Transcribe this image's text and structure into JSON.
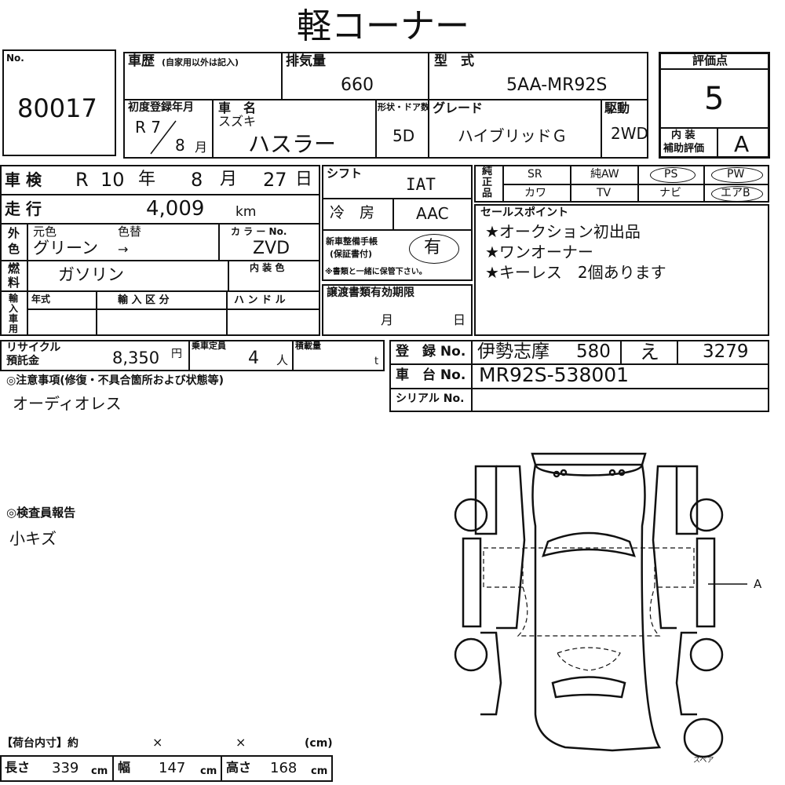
{
  "title": "軽コーナー",
  "lot": {
    "no_label": "No.",
    "value": "80017"
  },
  "history": {
    "label": "車歴",
    "sublabel": "(自家用以外は記入)"
  },
  "displacement": {
    "label": "排気量",
    "value": "660"
  },
  "model": {
    "label": "型　式",
    "value": "5AA-MR92S"
  },
  "score": {
    "label": "評価点",
    "value": "5",
    "interior_label_1": "内 装",
    "interior_label_2": "補助評価",
    "interior_value": "A"
  },
  "first_reg": {
    "label": "初度登録年月",
    "year": "R 7",
    "month": "8",
    "month_unit": "月"
  },
  "car_name": {
    "label": "車　名",
    "maker": "スズキ",
    "name": "ハスラー"
  },
  "doors": {
    "label": "形状・ドア数",
    "value": "5D"
  },
  "grade": {
    "label": "グレード",
    "value": "ハイブリッドＧ"
  },
  "drive": {
    "label": "駆動",
    "value": "2WD"
  },
  "inspection": {
    "label": "車 検",
    "era": "R",
    "year": "10",
    "year_unit": "年",
    "month": "8",
    "month_unit": "月",
    "day": "27",
    "day_unit": "日"
  },
  "mileage": {
    "label": "走 行",
    "value": "4,009",
    "unit": "km"
  },
  "shift": {
    "label": "シフト",
    "value": "IAT"
  },
  "aircon": {
    "label": "冷　房",
    "value": "AAC"
  },
  "color": {
    "side_label_1": "外",
    "side_label_2": "色",
    "orig_label": "元色",
    "change_label": "色替",
    "value": "グリーン",
    "arrow": "→",
    "code_label": "カ ラ ー No.",
    "code": "ZVD"
  },
  "fuel": {
    "side_label_1": "燃",
    "side_label_2": "料",
    "value": "ガソリン",
    "interior_color_label": "内 装 色"
  },
  "maintenance": {
    "label_1": "新車整備手帳",
    "label_2": "(保証書付)",
    "value": "有",
    "note": "※書類と一緒に保管下さい。"
  },
  "equipment": {
    "side_label_1": "純",
    "side_label_2": "正",
    "side_label_3": "品",
    "row1": [
      "SR",
      "純AW",
      "PS",
      "PW"
    ],
    "row2": [
      "カワ",
      "TV",
      "ナビ",
      "エアB"
    ]
  },
  "sales_points": {
    "label": "セールスポイント",
    "items": [
      "★オークション初出品",
      "★ワンオーナー",
      "★キーレス　2個あります"
    ]
  },
  "import": {
    "side_label_1": "輸",
    "side_label_2": "入",
    "side_label_3": "車",
    "side_label_4": "用",
    "year_label": "年式",
    "type_label": "輸 入 区 分",
    "handle_label": "ハ ン ド ル"
  },
  "transfer": {
    "label": "譲渡書類有効期限",
    "month_unit": "月",
    "day_unit": "日"
  },
  "recycle": {
    "label_1": "リサイクル",
    "label_2": "預託金",
    "value": "8,350",
    "unit": "円"
  },
  "capacity": {
    "label": "乗車定員",
    "value": "4",
    "unit": "人"
  },
  "load": {
    "label": "積載量",
    "unit": "t"
  },
  "registration": {
    "label": "登　録 No.",
    "area": "伊勢志摩",
    "class": "580",
    "kana": "え",
    "number": "3279"
  },
  "chassis": {
    "label": "車　台 No.",
    "value": "MR92S-538001"
  },
  "serial": {
    "label": "シリアル No."
  },
  "notes": {
    "label": "◎注意事項(修復・不具合箇所および状態等)",
    "value": "オーディオレス"
  },
  "inspector": {
    "label": "◎検査員報告",
    "value": "小キズ"
  },
  "diagram": {
    "marker": "A",
    "spare_label": "スペア"
  },
  "cargo": {
    "label": "【荷台内寸】約",
    "x1": "×",
    "x2": "×",
    "unit": "(cm)",
    "length_label": "長さ",
    "length": "339",
    "width_label": "幅",
    "width": "147",
    "height_label": "高さ",
    "height": "168",
    "cm": "cm"
  }
}
